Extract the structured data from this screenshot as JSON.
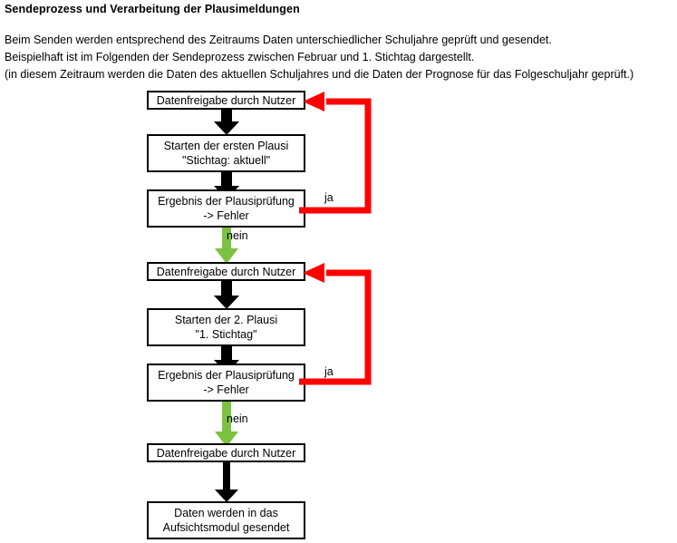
{
  "header": {
    "title": "Sendeprozess und Verarbeitung der Plausimeldungen",
    "paragraph": [
      "Beim Senden werden entsprechend des Zeitraums Daten unterschiedlicher Schuljahre geprüft und gesendet.",
      "Beispielhaft ist im Folgenden der Sendeprozess zwischen Februar und 1. Stichtag dargestellt.",
      "(in diesem Zeitraum werden die Daten des aktuellen Schuljahres und die Daten der Prognose für das Folgeschuljahr geprüft.)"
    ]
  },
  "colors": {
    "red": "#FF0000",
    "green": "#7CC142",
    "black": "#000000",
    "box_fill": "#FFFFFF"
  },
  "flow": {
    "nodes": [
      {
        "id": "release1",
        "lines": [
          "Datenfreigabe durch Nutzer"
        ]
      },
      {
        "id": "plausi1",
        "lines": [
          "Starten der ersten Plausi",
          "\"Stichtag: aktuell\""
        ]
      },
      {
        "id": "result1",
        "lines": [
          "Ergebnis der Plausiprüfung",
          "-> Fehler"
        ]
      },
      {
        "id": "release2",
        "lines": [
          "Datenfreigabe durch Nutzer"
        ]
      },
      {
        "id": "plausi2",
        "lines": [
          "Starten der 2. Plausi",
          "\"1. Stichtag\""
        ]
      },
      {
        "id": "result2",
        "lines": [
          "Ergebnis der Plausiprüfung",
          "-> Fehler"
        ]
      },
      {
        "id": "release3",
        "lines": [
          "Datenfreigabe durch Nutzer"
        ]
      },
      {
        "id": "send",
        "lines": [
          "Daten werden in das",
          "Aufsichtsmodul gesendet"
        ]
      }
    ],
    "labels": {
      "yes_1": "ja",
      "no_1": "nein",
      "yes_2": "ja",
      "no_2": "nein"
    }
  }
}
